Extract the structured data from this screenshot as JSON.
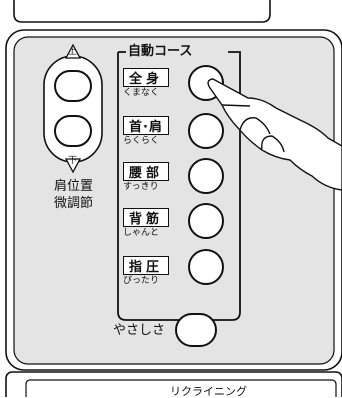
{
  "panel": {
    "up_arrow_label": "上",
    "down_arrow_label": "下",
    "shoulder_label_line1": "肩位置",
    "shoulder_label_line2": "微調節",
    "auto_course_title": "自動コース",
    "courses": [
      {
        "name": "全身",
        "sub": "くまなく"
      },
      {
        "name": "首·肩",
        "sub": "らくらく"
      },
      {
        "name": "腰部",
        "sub": "すっきり"
      },
      {
        "name": "背筋",
        "sub": "しゃんと"
      },
      {
        "name": "指圧",
        "sub": "ぴったり"
      }
    ],
    "gentle_label": "やさしさ",
    "recline_label": "リクライニング"
  },
  "icons": {
    "up_button": "rounded-rect-button",
    "down_button": "rounded-rect-button",
    "course_button": "round-button",
    "hand": "pointing-hand-icon"
  }
}
